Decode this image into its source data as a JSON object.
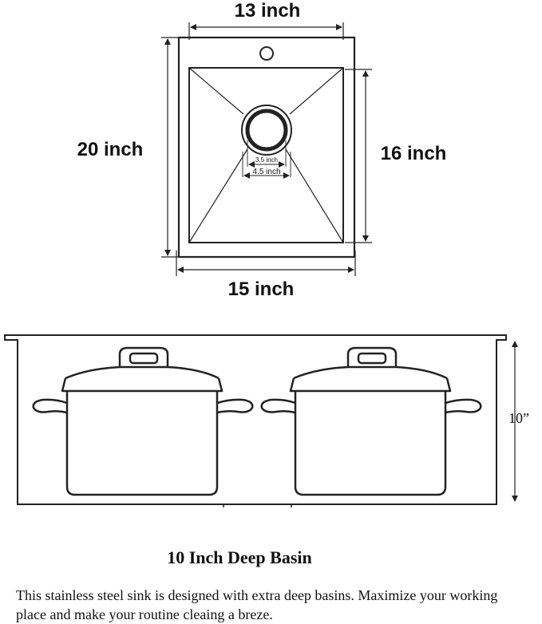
{
  "top_view": {
    "width_top": "13 inch",
    "height_outer": "20 inch",
    "height_inner": "16 inch",
    "width_bottom": "15 inch",
    "drain_inner": "3.5 inch",
    "drain_outer": "4.5 inch"
  },
  "side_view": {
    "depth_label": "10”"
  },
  "caption": {
    "title": "10 Inch Deep Basin",
    "body": "This stainless steel sink is designed with extra deep basins. Maximize your working place and make your routine cleaing a breze."
  }
}
